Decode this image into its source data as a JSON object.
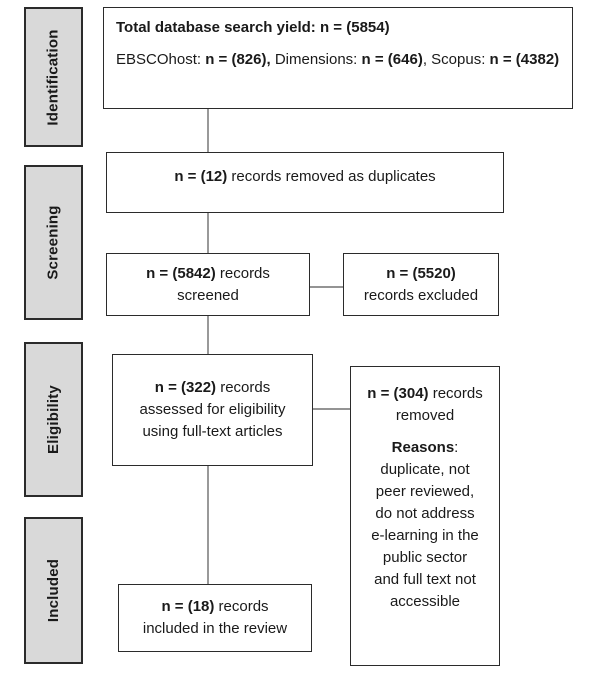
{
  "phases": {
    "identification": "Identification",
    "screening": "Screening",
    "eligibility": "Eligibility",
    "included": "Included"
  },
  "identification_box": {
    "title_prefix": "Total database search yield: n = ",
    "title_count": "(5854)",
    "ebsco_label": "EBSCOhost: ",
    "ebsco_n": "n = ",
    "ebsco_count": "(826),",
    "dimensions_label": " Dimensions: ",
    "dimensions_n": "n = ",
    "dimensions_count": "(646)",
    "scopus_label": ", Scopus: ",
    "scopus_n": "n = ",
    "scopus_count": "(4382)"
  },
  "duplicates_box": {
    "count": "n = (12)",
    "text": " records removed as duplicates"
  },
  "screened_box": {
    "count": "n = (5842)",
    "text1": " records",
    "text2": "screened"
  },
  "excluded_box": {
    "count": "n = (5520)",
    "text": "records excluded"
  },
  "eligibility_box": {
    "count": "n = (322)",
    "text1": " records",
    "text2": "assessed for eligibility",
    "text3": "using full-text articles"
  },
  "removed_box": {
    "count": "n = (304)",
    "text1": " records",
    "text2": "removed",
    "reasons_label": "Reasons",
    "reasons_colon": ":",
    "reasons_lines": [
      "duplicate, not",
      "peer reviewed,",
      "do not address",
      "e-learning in the",
      "public sector",
      "and full text not",
      "accessible"
    ]
  },
  "included_box": {
    "count": "n = (18)",
    "text1": " records",
    "text2": "included in the review"
  }
}
